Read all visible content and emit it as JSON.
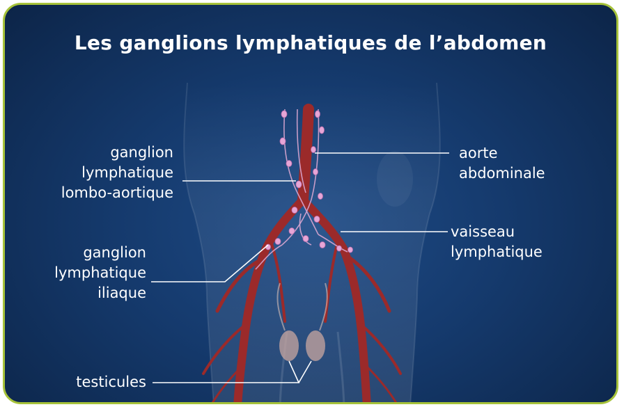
{
  "title": "Les ganglions lymphatiques de l’abdomen",
  "labels": {
    "lombo_aortique": [
      "ganglion",
      "lymphatique",
      "lombo-aortique"
    ],
    "iliaque": [
      "ganglion",
      "lymphatique",
      "iliaque"
    ],
    "testicules": "testicules",
    "aorte": [
      "aorte",
      "abdominale"
    ],
    "vaisseau": [
      "vaisseau",
      "lymphatique"
    ]
  },
  "colors": {
    "frame_border": "#a6c23a",
    "background": "#153a6d",
    "vessel": "#9b2a2a",
    "node": "#e6a6d6",
    "leader_line": "#ffffff"
  }
}
